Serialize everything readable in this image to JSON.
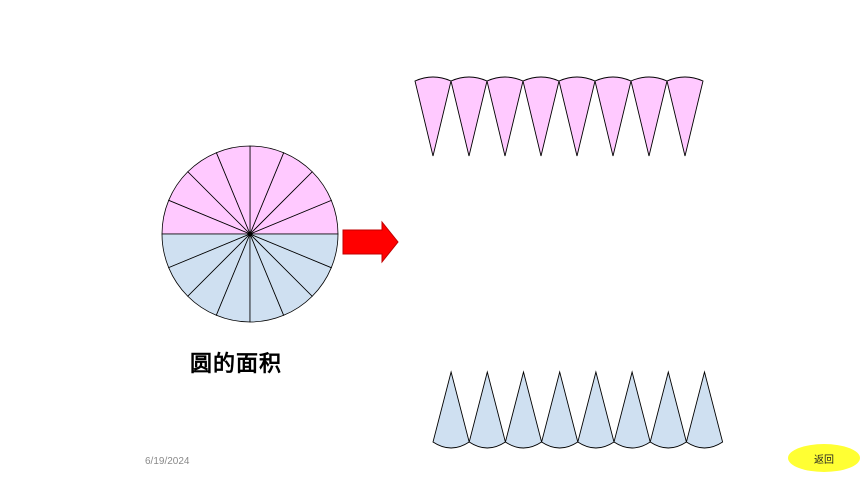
{
  "slide": {
    "title": "圆的面积",
    "date": "6/19/2024",
    "back_label": "返回"
  },
  "colors": {
    "upper_fill": "#ffc9ff",
    "lower_fill": "#cfe0f1",
    "arrow": "#ff0000",
    "button": "#ffff33"
  },
  "circle": {
    "sectors": 16
  },
  "strips": {
    "top_count": 8,
    "bottom_count": 8
  }
}
